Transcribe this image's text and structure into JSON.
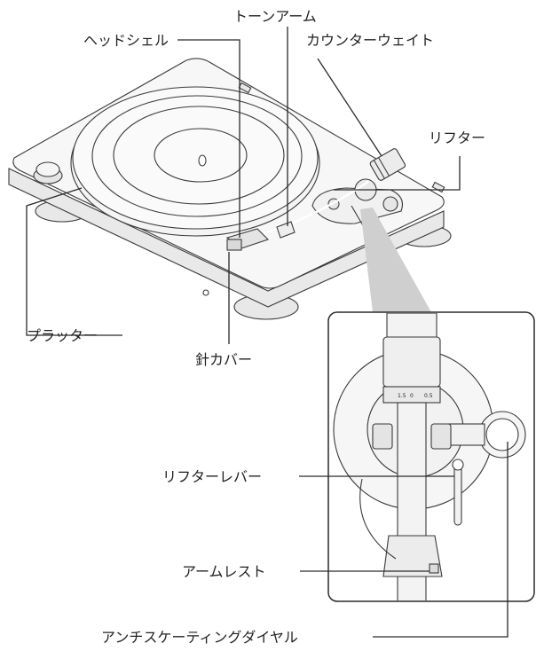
{
  "colors": {
    "line": "#2a2a2a",
    "body_fill": "#f7f7f7",
    "inset_shadow": "#cfcfcf"
  },
  "labels": {
    "tonearm": "トーンアーム",
    "headshell": "ヘッドシェル",
    "counterweight": "カウンターウェイト",
    "lifter": "リフター",
    "platter": "プラッター",
    "stylus_cover": "針カバー",
    "lifter_lever": "リフターレバー",
    "arm_rest": "アームレスト",
    "anti_skating_dial": "アンチスケーティングダイヤル"
  },
  "dial_scale": [
    "1.5",
    "0",
    "0.5"
  ]
}
